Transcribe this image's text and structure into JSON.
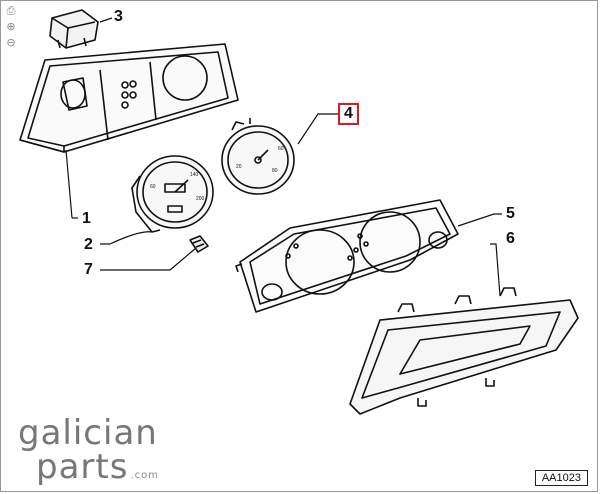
{
  "toolbar": {
    "items": [
      {
        "icon": "page-icon",
        "glyph": "⎙"
      },
      {
        "icon": "zoom-in-icon",
        "glyph": "⊕"
      },
      {
        "icon": "zoom-out-icon",
        "glyph": "⊖"
      }
    ]
  },
  "callouts": {
    "c1": "1",
    "c2": "2",
    "c3": "3",
    "c4": "4",
    "c5": "5",
    "c6": "6",
    "c7": "7"
  },
  "highlight_color": "#d62020",
  "watermark": {
    "line1": "galician",
    "line2": "parts",
    "suffix": ".com"
  },
  "reference_code": "AA1023"
}
